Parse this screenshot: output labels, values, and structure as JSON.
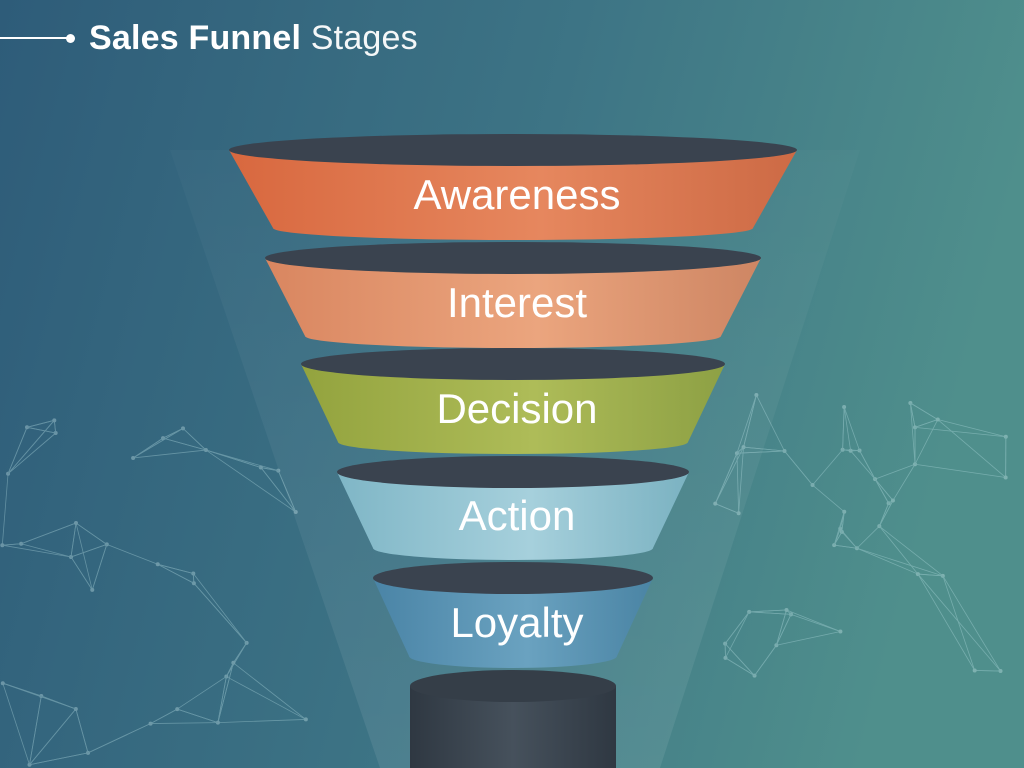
{
  "header": {
    "title_bold": "Sales Funnel",
    "title_light": "Stages"
  },
  "colors": {
    "background_left": "#2e5d7a",
    "background_right": "#4a8a8c",
    "rim": "#3a434f",
    "base": "#3c4650",
    "label": "#ffffff"
  },
  "funnel": {
    "stages": [
      {
        "label": "Awareness",
        "color": "#d8683f",
        "highlight": "#e6875e"
      },
      {
        "label": "Interest",
        "color": "#d98660",
        "highlight": "#eba57e"
      },
      {
        "label": "Decision",
        "color": "#93a33e",
        "highlight": "#aebc58"
      },
      {
        "label": "Action",
        "color": "#7fb6c6",
        "highlight": "#a6d0dc"
      },
      {
        "label": "Loyalty",
        "color": "#4a84a6",
        "highlight": "#6aa2c0"
      }
    ]
  }
}
